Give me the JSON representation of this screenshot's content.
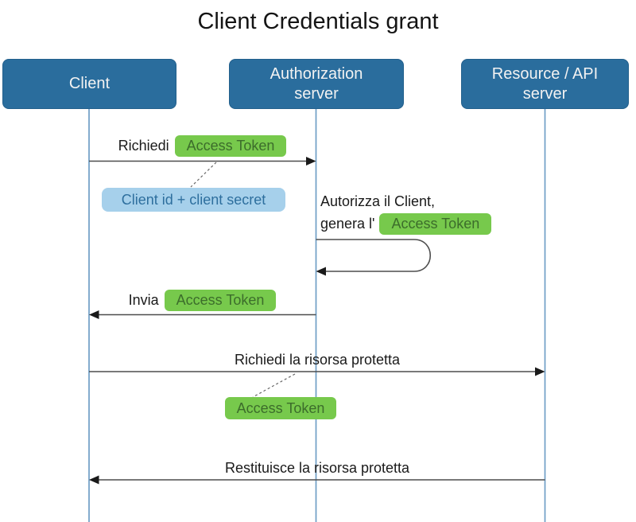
{
  "title": "Client Credentials grant",
  "actors": [
    {
      "label": "Client"
    },
    {
      "label": "Authorization\nserver"
    },
    {
      "label": "Resource / API\nserver"
    }
  ],
  "messages": {
    "request_token": {
      "prefix": "Richiedi",
      "token": "Access Token"
    },
    "credentials_note": "Client id + client secret",
    "authorize_self": {
      "line1": "Autorizza il Client,",
      "line2_prefix": "genera l'",
      "token": "Access Token"
    },
    "send_token": {
      "prefix": "Invia",
      "token": "Access Token"
    },
    "request_resource": {
      "label": "Richiedi la risorsa protetta",
      "token": "Access Token"
    },
    "return_resource": {
      "label": "Restituisce la risorsa protetta"
    }
  },
  "colors": {
    "actor_fill": "#2a6d9d",
    "actor_text": "#f2f2f2",
    "token_fill": "#77c94c",
    "token_text": "#3c6d2b",
    "note_fill": "#a6d0eb",
    "note_text": "#2e6f9e",
    "lifeline": "#6f9ec6",
    "line": "#4d4d4d"
  }
}
